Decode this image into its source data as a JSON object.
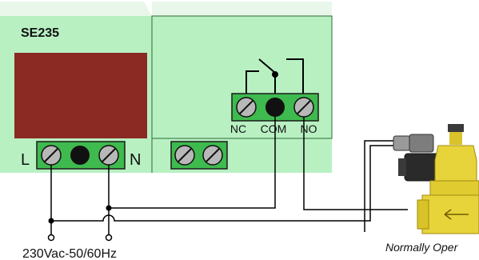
{
  "device": {
    "model": "SE235"
  },
  "relay": {
    "nc_label": "NC",
    "com_label": "COM",
    "no_label": "NO"
  },
  "power": {
    "l_label": "L",
    "n_label": "N",
    "supply_label": "230Vac-50/60Hz"
  },
  "valve": {
    "caption": "Normally Oper"
  },
  "colors": {
    "panel": "#b8f0c2",
    "panel_top": "#d6f5dc",
    "display": "#8a2a22",
    "terminal_block": "#3fba4e",
    "screw": "#b8b8b8",
    "valve": "#e7d43a",
    "wire": "#000000"
  }
}
